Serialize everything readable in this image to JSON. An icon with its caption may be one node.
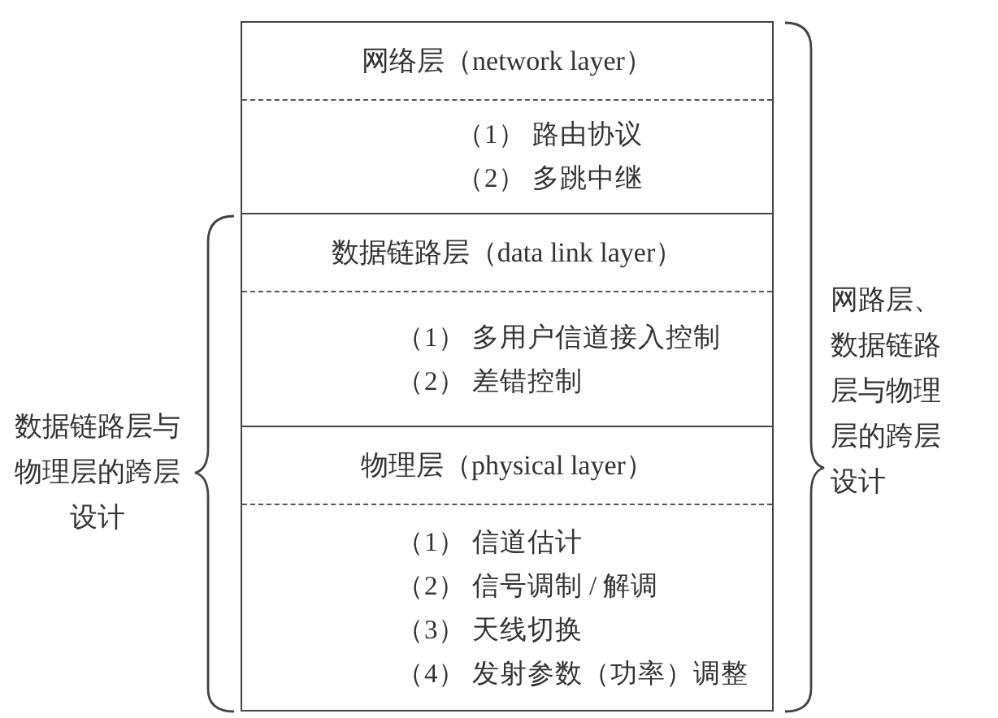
{
  "diagram": {
    "nodes": [
      {
        "text": [
          "网络层（network layer）",
          "（1） 路由协议",
          "（2） 多跳中继"
        ]
      },
      {
        "text": [
          "数据链路层（data link layer）",
          "（1） 多用户信道接入控制",
          "（2） 差错控制"
        ]
      },
      {
        "text": [
          "物理层（physical layer）",
          "（1） 信道估计",
          "（2） 信号调制 / 解调",
          "（3） 天线切换",
          "（4） 发射参数（功率）调整"
        ]
      }
    ],
    "labels": [
      "数据链路层与物理层的跨层设计",
      "网路层、数据链路层与物理层的跨层设计"
    ]
  }
}
